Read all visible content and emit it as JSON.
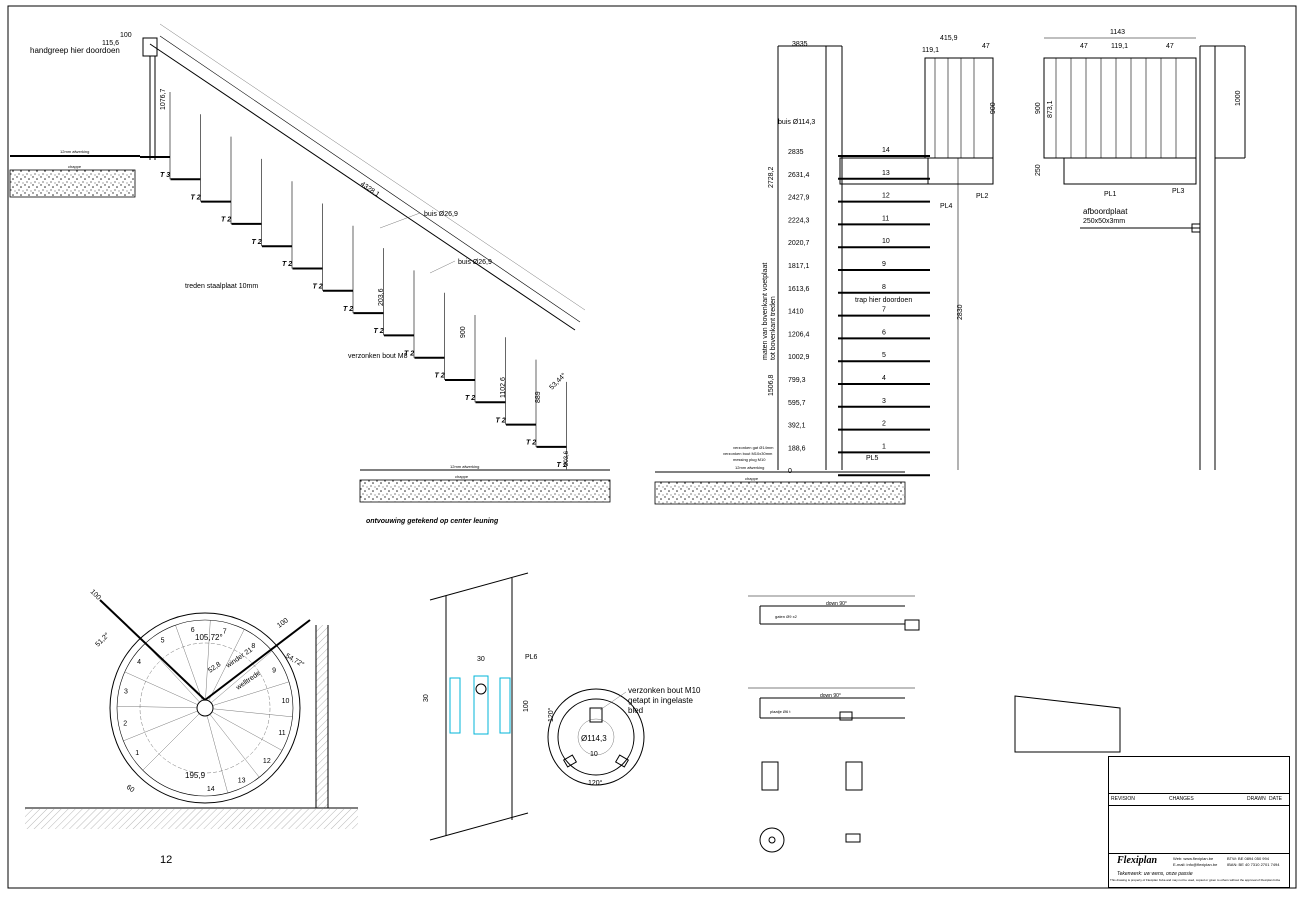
{
  "side_view": {
    "handrail_note": "handgreep hier doordoen",
    "top_dims": [
      "100",
      "115,6"
    ],
    "post_height": "1076,7",
    "rail_length": "4328,1",
    "tube_label_1": "buis Ø26,9",
    "tube_label_2": "buis Ø26,9",
    "tread_note": "treden staalplaat 10mm",
    "bolt_note": "verzonken bout M8",
    "riser_dim": "203,6",
    "rail_height": "900",
    "post_dim": "1102,6",
    "post_dim2": "889",
    "angle": "53,44°",
    "bottom_dim": "203,6",
    "tread_labels": [
      "T 3",
      "T 2",
      "T 2",
      "T 2",
      "T 2",
      "T 2",
      "T 2",
      "T 2",
      "T 2",
      "T 2",
      "T 2",
      "T 2",
      "T 2",
      "T 1"
    ],
    "floor_top_label": "12mm afwerking",
    "floor_screed_label": "chappe",
    "unfold_note": "ontvouwing getekend op center leuning"
  },
  "elevation": {
    "top_dim": "3835",
    "tube": "buis Ø114,3",
    "total_height": "2728,2",
    "lower_height": "1506,8",
    "measure_note_1": "maten van bovenkant voetplaat",
    "measure_note_2": "tot bovenkant treden",
    "levels": [
      {
        "h": "2835",
        "n": "14"
      },
      {
        "h": "2631,4",
        "n": "13"
      },
      {
        "h": "2427,9",
        "n": "12"
      },
      {
        "h": "2224,3",
        "n": "11"
      },
      {
        "h": "2020,7",
        "n": "10"
      },
      {
        "h": "1817,1",
        "n": "9"
      },
      {
        "h": "1613,6",
        "n": "8"
      },
      {
        "h": "1410",
        "n": "7"
      },
      {
        "h": "1206,4",
        "n": "6"
      },
      {
        "h": "1002,9",
        "n": "5"
      },
      {
        "h": "799,3",
        "n": "4"
      },
      {
        "h": "595,7",
        "n": "3"
      },
      {
        "h": "392,1",
        "n": "2"
      },
      {
        "h": "188,6",
        "n": "1"
      },
      {
        "h": "0",
        "n": ""
      }
    ],
    "stair_note": "trap hier doordoen",
    "right_height": "2830",
    "plates": [
      "PL4",
      "PL2",
      "PL5"
    ],
    "rail_dims": [
      "415,9",
      "119,1",
      "47"
    ],
    "rail_h": "900",
    "base_notes": [
      "verzonken gat Ø14mm",
      "verzonken bout M10x30mm",
      "messing plug M10"
    ],
    "floor_top_label": "12mm afwerking",
    "floor_screed_label": "chappe"
  },
  "landing": {
    "top_dim": "1143",
    "sub_dims": [
      "47",
      "119,1",
      "47"
    ],
    "h1": "900",
    "h2": "873,1",
    "side_h": "1000",
    "side_h2": "250",
    "plates": [
      "PL1",
      "PL3"
    ],
    "kick_label": "afboordplaat",
    "kick_size": "250x50x3mm"
  },
  "plan": {
    "angle_top": "105,72°",
    "dim_52": "52,8",
    "winder": "winder 21",
    "walkline": "welltrede",
    "dims": [
      "100",
      "100",
      "51,2°",
      "54,72°",
      "195,9",
      "60"
    ],
    "tread_numbers": [
      "1",
      "2",
      "3",
      "4",
      "5",
      "6",
      "7",
      "8",
      "9",
      "10",
      "11",
      "12",
      "13",
      "14"
    ],
    "page_number": "12"
  },
  "detail_post": {
    "label": "PL6",
    "dim_top": "30",
    "dim_left": "30",
    "dim_right": "100",
    "bolt_note_1": "verzonken bout M10",
    "bolt_note_2": "getapt in ingelaste",
    "bolt_note_3": "bled",
    "tube": "Ø114,3",
    "angle_1": "120°",
    "angle_2": "120°",
    "dim_10": "10"
  },
  "details_small": {
    "label_1": "down 90°",
    "label_2": "down 90°",
    "note_1": "gaten Ø9 x2",
    "note_2": "plaatje Ø6 t"
  },
  "title_block": {
    "revision_label": "REVISION",
    "changes_label": "CHANGES",
    "drawn_label": "DRAWN",
    "date_label": "DATE",
    "brand": "Flexiplan",
    "tagline": "Tekenwerk: uw wens, onze passie",
    "web": "Web: www.flexiplan.be",
    "mail": "E-mail: info@flexiplan.be",
    "vat": "BTW: BE 0894 050 994",
    "bank": "IBAN: BE 40 7310 2701 7494",
    "disclaimer": "This drawing is property of Flexiplan bvba and may not be used, copied or given to others without the approval of Flexiplan bvba"
  }
}
